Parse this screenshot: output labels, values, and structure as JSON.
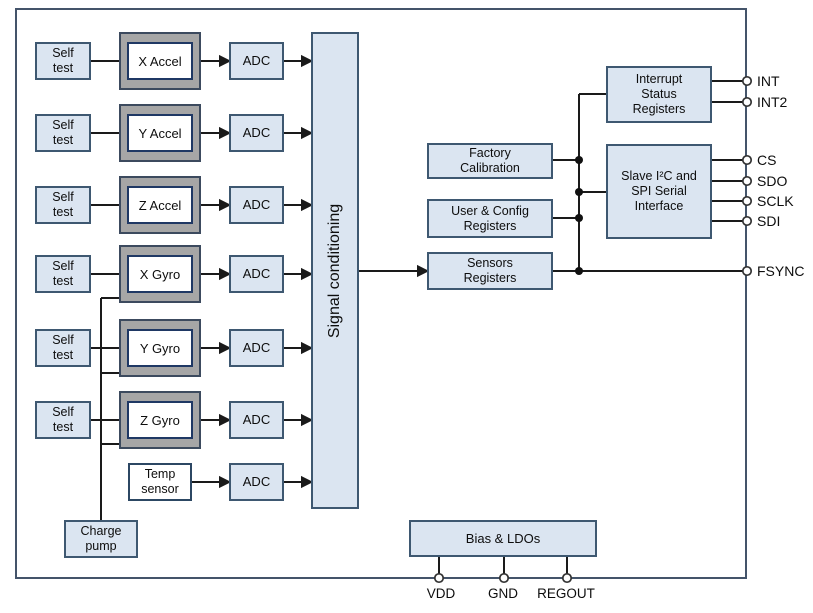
{
  "diagram": {
    "signal_conditioning": "Signal conditioning",
    "adc": "ADC",
    "self_test": {
      "line1": "Self",
      "line2": "test"
    },
    "sensors": [
      "X Accel",
      "Y Accel",
      "Z Accel",
      "X Gyro",
      "Y Gyro",
      "Z Gyro"
    ],
    "temp_sensor": {
      "line1": "Temp",
      "line2": "sensor"
    },
    "charge_pump": {
      "line1": "Charge",
      "line2": "pump"
    },
    "bias_ldos": "Bias & LDOs",
    "registers": {
      "factory": {
        "line1": "Factory",
        "line2": "Calibration"
      },
      "user_config": {
        "line1": "User & Config",
        "line2": "Registers"
      },
      "sensors_reg": {
        "line1": "Sensors",
        "line2": "Registers"
      },
      "interrupt": {
        "line1": "Interrupt",
        "line2": "Status",
        "line3": "Registers"
      },
      "slave": {
        "line1": "Slave I²C and",
        "line2": "SPI Serial",
        "line3": "Interface"
      }
    },
    "pins_right": {
      "int": "INT",
      "int2": "INT2",
      "cs": "CS",
      "sdo": "SDO",
      "sclk": "SCLK",
      "sdi": "SDI",
      "fsync": "FSYNC"
    },
    "pins_bottom": {
      "vdd": "VDD",
      "gnd": "GND",
      "regout": "REGOUT"
    },
    "colors": {
      "box_fill": "#dbe5f1",
      "box_border": "#3e5871",
      "frame_fill": "#a6a6a6",
      "wire": "#1a1a1a",
      "boundary": "#44546a"
    }
  }
}
